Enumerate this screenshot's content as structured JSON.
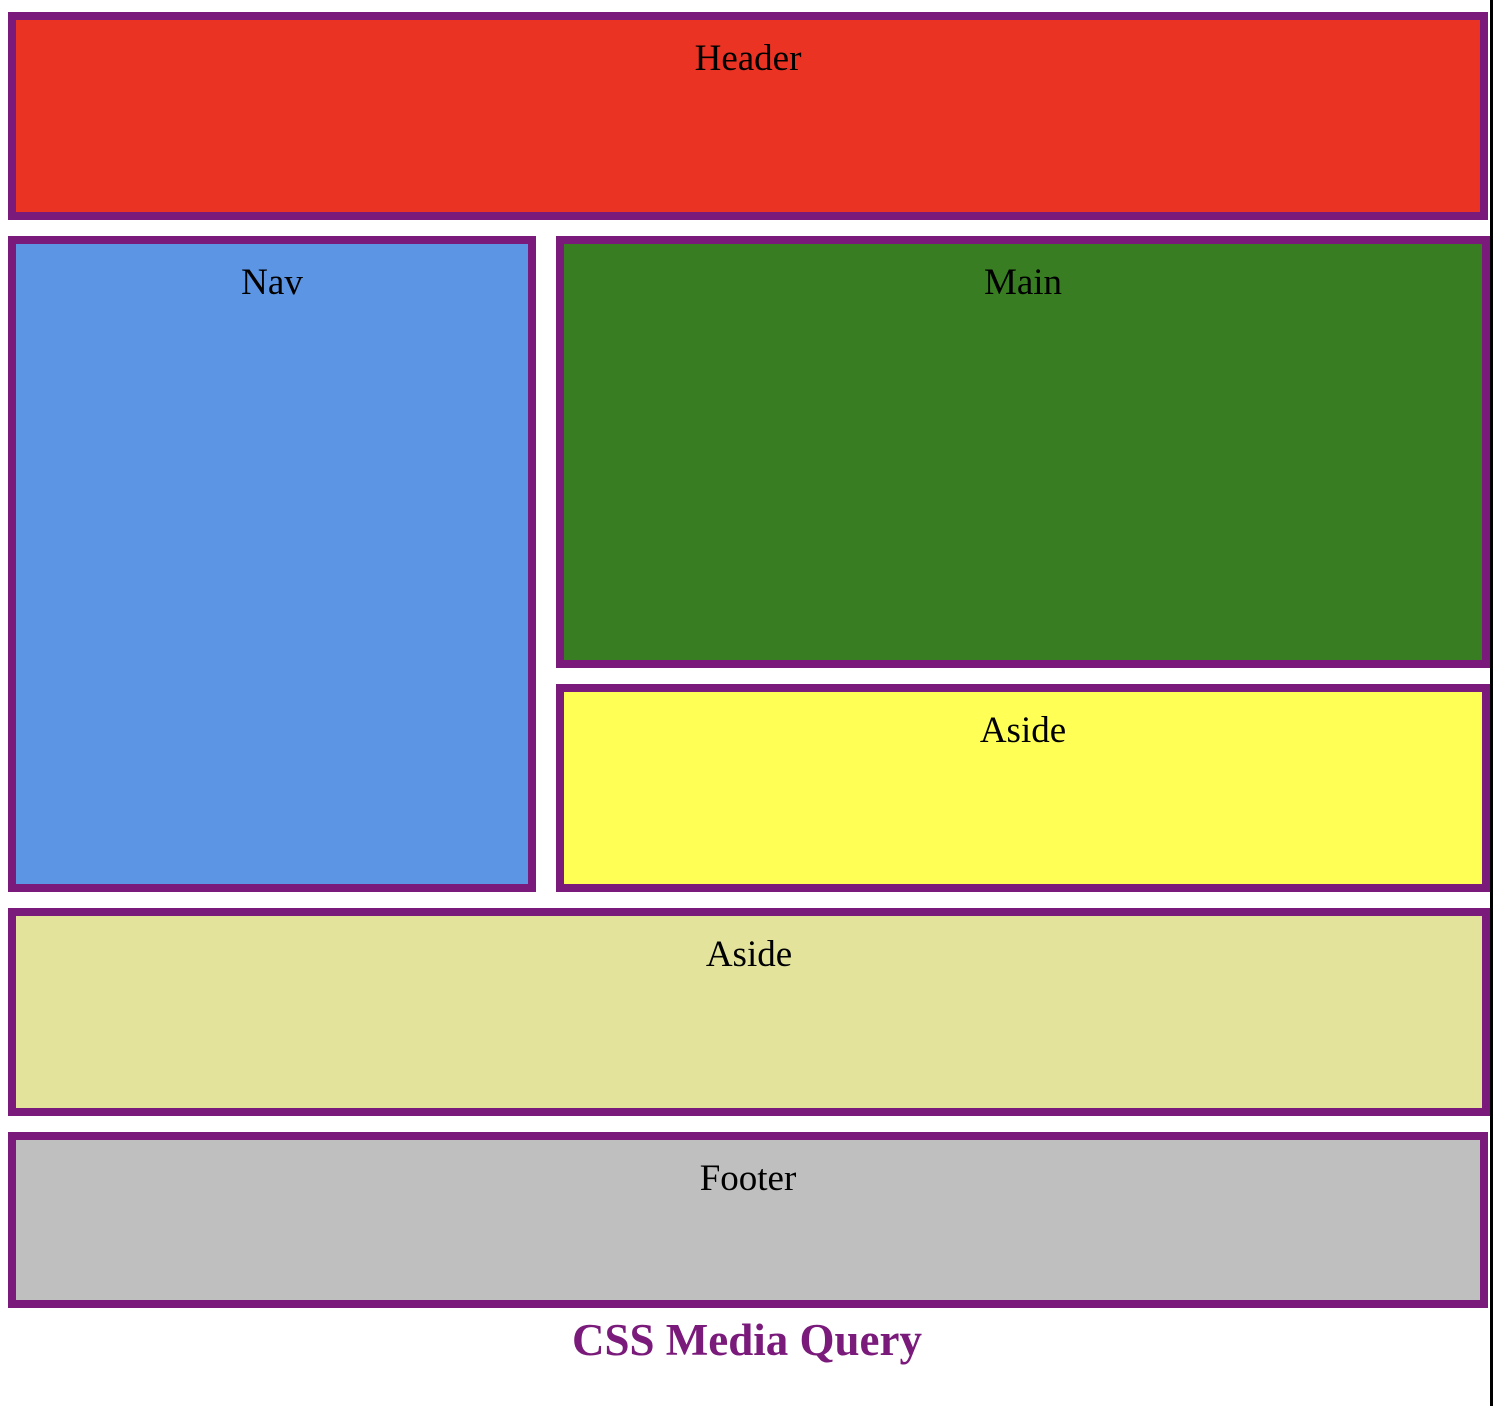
{
  "colors": {
    "border": "#7a1a7a",
    "header": "#ea3323",
    "nav": "#5b95e3",
    "main": "#387d22",
    "aside_primary": "#ffff55",
    "aside_secondary": "#e3e39c",
    "footer": "#bfbfbf",
    "caption": "#7a1a7a"
  },
  "layout": {
    "header": {
      "label": "Header"
    },
    "nav": {
      "label": "Nav"
    },
    "main": {
      "label": "Main"
    },
    "aside_primary": {
      "label": "Aside"
    },
    "aside_secondary": {
      "label": "Aside"
    },
    "footer": {
      "label": "Footer"
    }
  },
  "caption": "CSS Media Query"
}
